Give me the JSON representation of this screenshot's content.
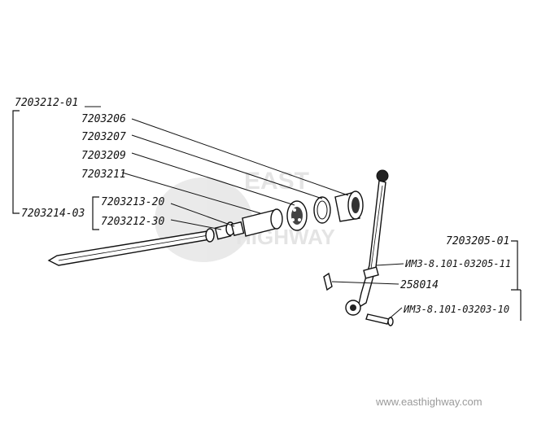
{
  "labels": {
    "assembly_top": "7203212-01",
    "p7203206": "7203206",
    "p7203207": "7203207",
    "p7203209": "7203209",
    "p7203211": "7203211",
    "assembly_bottom": "7203214-03",
    "p7203213": "7203213-20",
    "p7203212_30": "7203212-30",
    "assembly_right": "7203205-01",
    "lever": "ИМЗ-8.101-03205-11",
    "pin": "258014",
    "bolt": "ИМЗ-8.101-03203-10"
  },
  "watermark": {
    "line1": "EAST",
    "line2": "HIGHWAY"
  },
  "footer": {
    "site": "www.easthighway.com"
  }
}
